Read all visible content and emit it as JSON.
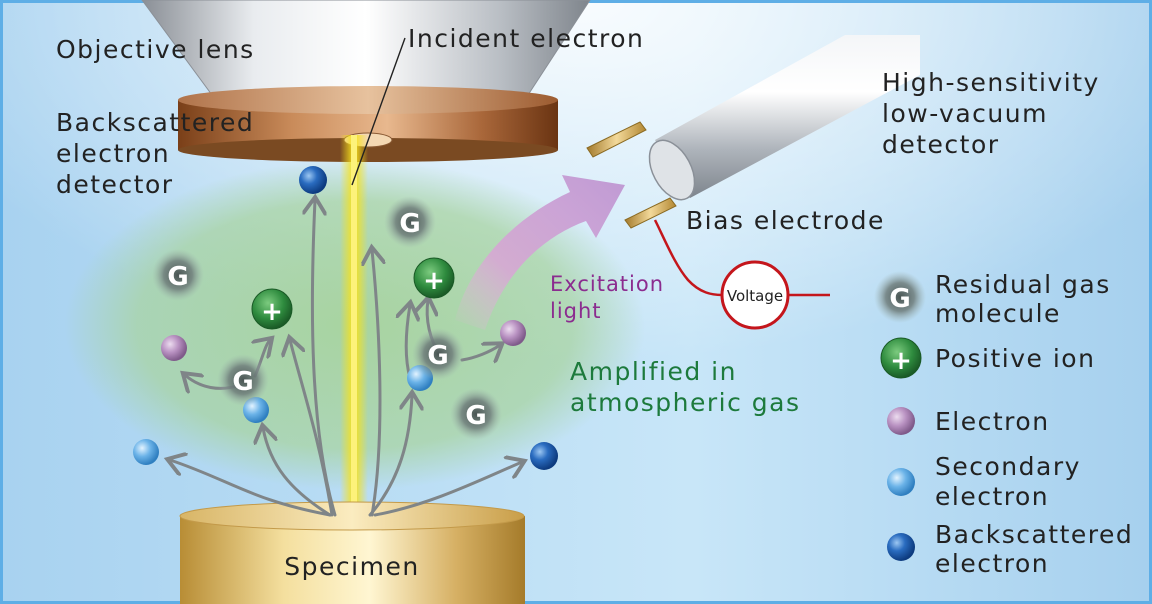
{
  "labels": {
    "objective_lens": "Objective lens",
    "incident_electron": "Incident electron",
    "bse_detector": [
      "Backscattered",
      "electron",
      "detector"
    ],
    "lv_detector": [
      "High-sensitivity",
      "low-vacuum",
      "detector"
    ],
    "bias_electrode": "Bias electrode",
    "excitation_light": [
      "Excitation",
      "light"
    ],
    "voltage": "Voltage",
    "amplified": [
      "Amplified in",
      "atmospheric gas"
    ],
    "specimen": "Specimen"
  },
  "legend": [
    {
      "symbol": "G",
      "text": [
        "Residual gas",
        "molecule"
      ]
    },
    {
      "symbol": "+",
      "text": [
        "Positive ion"
      ]
    },
    {
      "symbol": "",
      "text": [
        "Electron"
      ]
    },
    {
      "symbol": "",
      "text": [
        "Secondary",
        "electron"
      ]
    },
    {
      "symbol": "",
      "text": [
        "Backscattered",
        "electron"
      ]
    }
  ],
  "molecule_symbol": "G",
  "ion_symbol": "+",
  "colors": {
    "background": "#b9dcf3",
    "cloud": "#a9d3a0",
    "beam": "#f7e21b",
    "gas": "#6d7d7a",
    "ion": "#2e8b3e",
    "electron": "#b08ab8",
    "secondary": "#6bb3e8",
    "backscattered": "#1f5fb0",
    "excitation_arrow": "#c89fd0",
    "voltage": "#c4161c",
    "excitation_text": "#8b2c8f",
    "amplified_text": "#1d7a3c"
  }
}
